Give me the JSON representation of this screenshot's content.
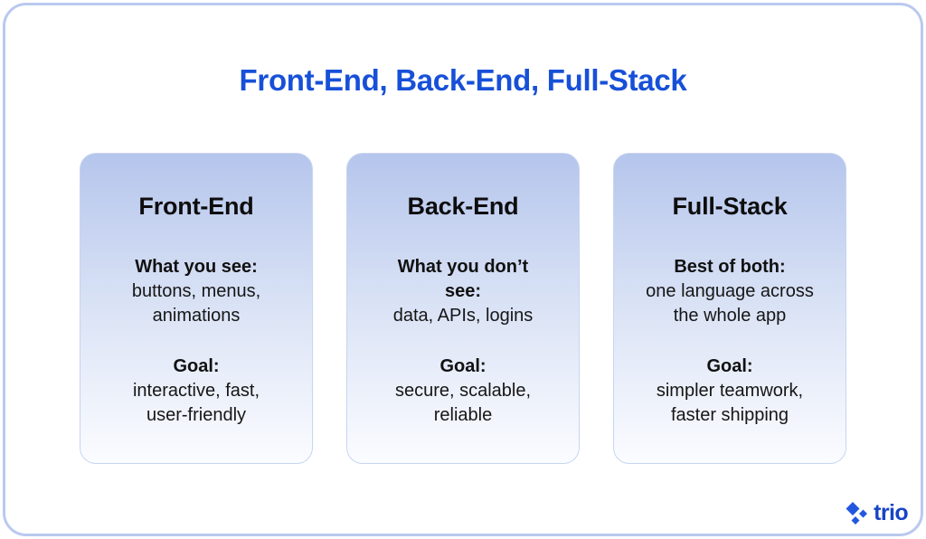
{
  "title": "Front-End, Back-End, Full-Stack",
  "colors": {
    "title_blue": "#1750d8",
    "logo_blue": "#1645c4",
    "icon_blue": "#2257e0",
    "page_border": "#b9c9ef",
    "card_gradient_top": "#b5c5ec",
    "card_gradient_bottom": "#fbfcff",
    "text_black": "#111111"
  },
  "cards": [
    {
      "title": "Front-End",
      "section1_label": "What you see:",
      "section1_text": "buttons, menus,\nanimations",
      "section2_label": "Goal:",
      "section2_text": "interactive, fast,\nuser-friendly"
    },
    {
      "title": "Back-End",
      "section1_label": "What you don’t\nsee:",
      "section1_text": "data, APIs, logins",
      "section2_label": "Goal:",
      "section2_text": "secure, scalable,\nreliable"
    },
    {
      "title": "Full-Stack",
      "section1_label": "Best of both:",
      "section1_text": "one language across\nthe whole app",
      "section2_label": "Goal:",
      "section2_text": "simpler teamwork,\nfaster shipping"
    }
  ],
  "logo": {
    "text": "trio",
    "icon": "trio-diamonds-icon"
  }
}
